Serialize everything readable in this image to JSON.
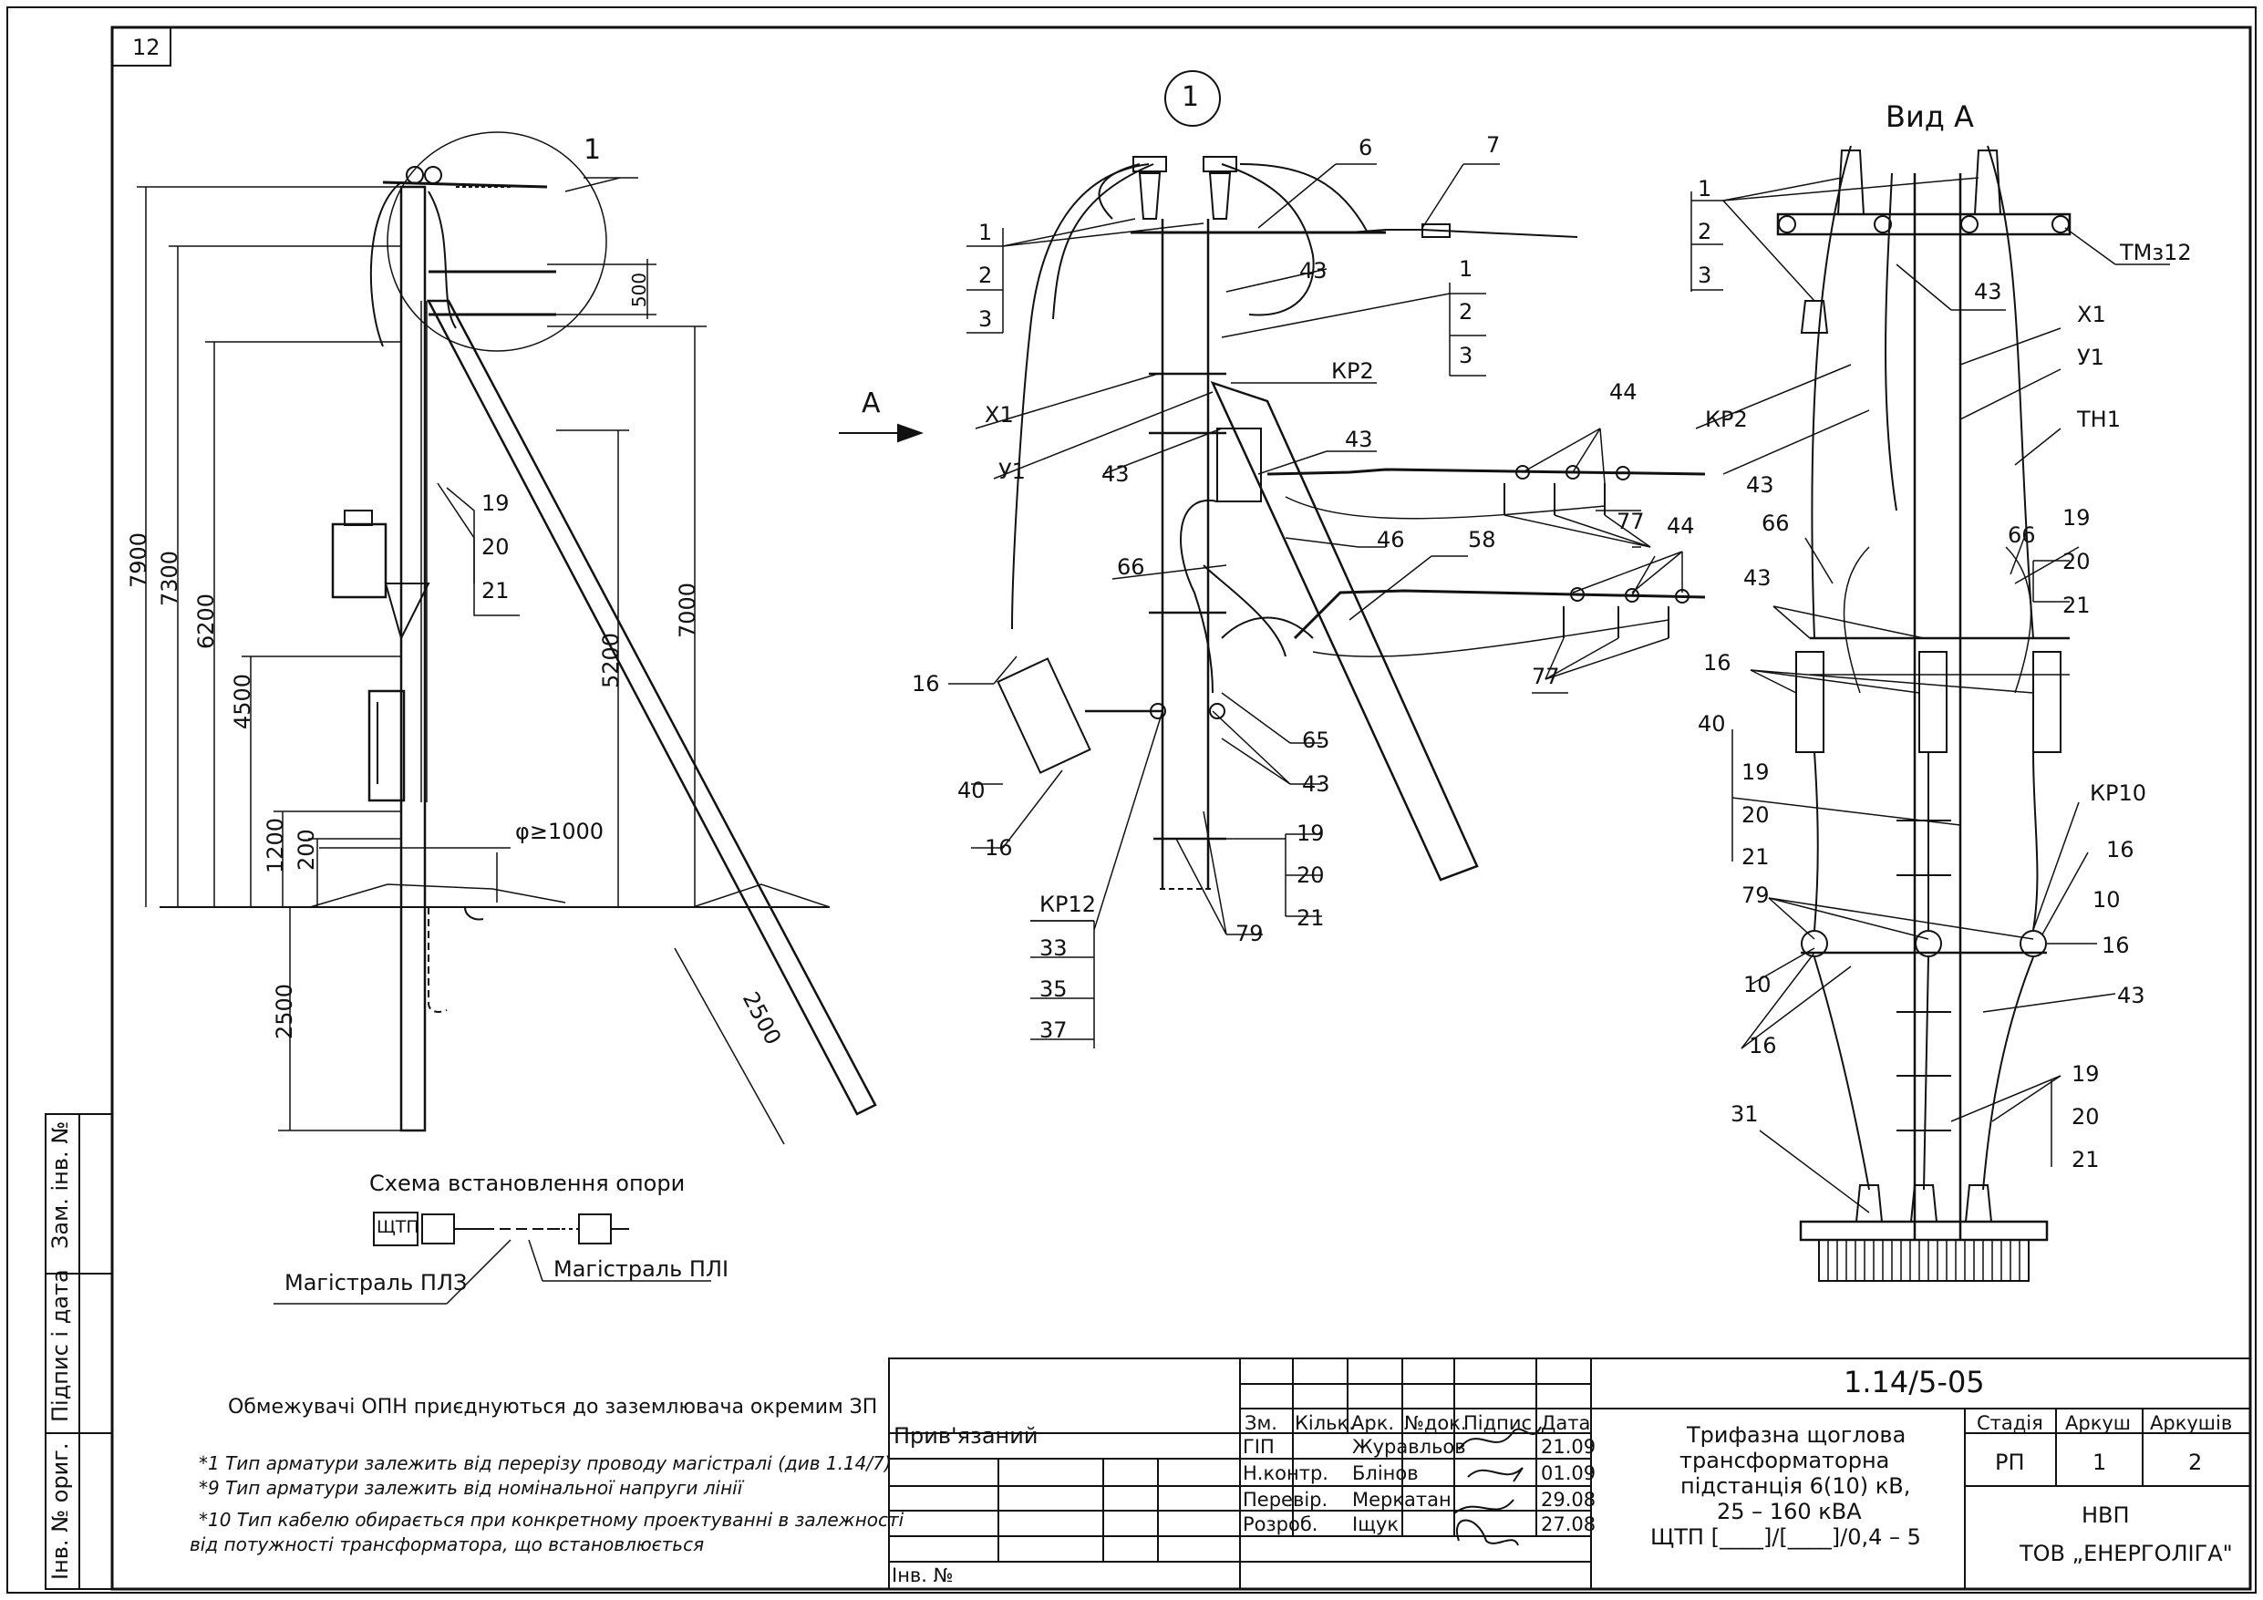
{
  "sheet_corner": "12",
  "left_view": {
    "callout": "1",
    "dims": [
      "7900",
      "7300",
      "6200",
      "4500",
      "1200",
      "200",
      "5200",
      "7000",
      "2500",
      "2500"
    ],
    "diameter": "φ≥1000",
    "items": [
      "19",
      "20",
      "21"
    ]
  },
  "detail": {
    "title": "1",
    "arrow_label": "A",
    "labels": [
      "1",
      "2",
      "3",
      "6",
      "7",
      "43",
      "1",
      "2",
      "3",
      "КР2",
      "Х1",
      "У1",
      "43",
      "43",
      "44",
      "66",
      "46",
      "58",
      "77",
      "44",
      "77",
      "16",
      "40",
      "16",
      "65",
      "43",
      "19",
      "20",
      "21",
      "79",
      "КР12",
      "33",
      "35",
      "37"
    ]
  },
  "view_a": {
    "title": "Вид А",
    "labels": [
      "1",
      "2",
      "3",
      "43",
      "ТМз12",
      "Х1",
      "У1",
      "КР2",
      "ТН1",
      "43",
      "66",
      "66",
      "19",
      "20",
      "21",
      "43",
      "16",
      "40",
      "19",
      "20",
      "21",
      "КР10",
      "16",
      "79",
      "10",
      "10",
      "16",
      "16",
      "43",
      "19",
      "20",
      "21",
      "31"
    ]
  },
  "scheme": {
    "title": "Схема встановлення опори",
    "box": "ЩТП",
    "left_label": "Магістраль ПЛЗ",
    "right_label": "Магістраль ПЛІ"
  },
  "notes": {
    "main": "Обмежувачі ОПН приєднуються до заземлювача окремим ЗП",
    "n1": "*1 Тип арматури залежить від перерізу проводу магістралі (див 1.14/7)",
    "n9": "*9 Тип арматури залежить від номінальної напруги лінії",
    "n10a": "*10 Тип кабелю обирається при конкретному проектуванні в залежності",
    "n10b": "від потужності трансформатора, що встановлюється"
  },
  "side_stamp": [
    "Зам. інв. №",
    "Підпис і дата",
    "Інв. № ориг."
  ],
  "title_block": {
    "code": "1.14/5-05",
    "title_lines": [
      "Трифазна щоглова",
      "трансформаторна",
      "підстанція 6(10) кВ,",
      "25 – 160 кВА",
      "ЩТП [____]/[____]/0,4 – 5"
    ],
    "attached": "Прив'язаний",
    "inv": "Інв. №",
    "headers": [
      "Зм.",
      "Кільк.",
      "Арк.",
      "№док.",
      "Підпис",
      "Дата"
    ],
    "rows": [
      {
        "role": "ГІП",
        "name": "Журавльов",
        "date": "21.09"
      },
      {
        "role": "Н.контр.",
        "name": "Блінов",
        "date": "01.09"
      },
      {
        "role": "Перевір.",
        "name": "Меркатан",
        "date": "29.08"
      },
      {
        "role": "Розроб.",
        "name": "Іщук",
        "date": "27.08"
      }
    ],
    "stage_h": "Стадія",
    "sheet_h": "Аркуш",
    "sheets_h": "Аркушів",
    "stage": "РП",
    "sheet": "1",
    "sheets": "2",
    "org1": "НВП",
    "org2": "ТОВ „ЕНЕРГОЛІГА\""
  }
}
